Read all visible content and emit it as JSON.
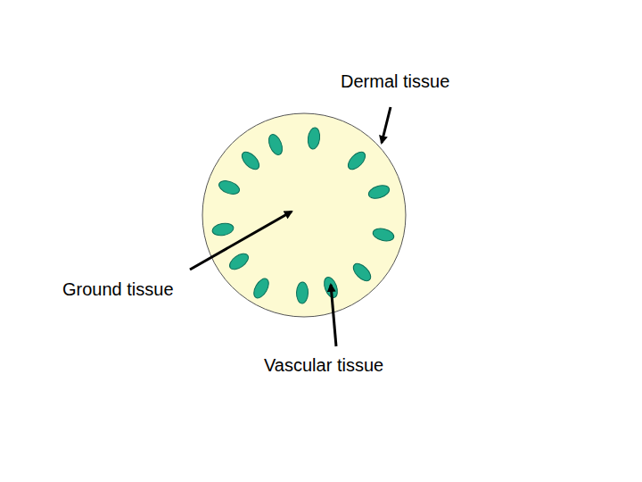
{
  "diagram": {
    "labels": [
      "Dermal tissue",
      "Ground tissue",
      "Vascular tissue"
    ]
  }
}
